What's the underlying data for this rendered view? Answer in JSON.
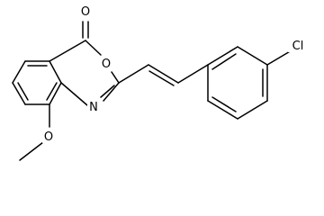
{
  "structure": {
    "atoms": {
      "carbonyl_oxygen": "O",
      "ring_oxygen": "O",
      "ring_nitrogen": "N",
      "chlorine": "Cl",
      "methoxy_oxygen": "O"
    },
    "colors": {
      "bond": "#000000",
      "label": "#000000",
      "background": "#ffffff"
    }
  }
}
